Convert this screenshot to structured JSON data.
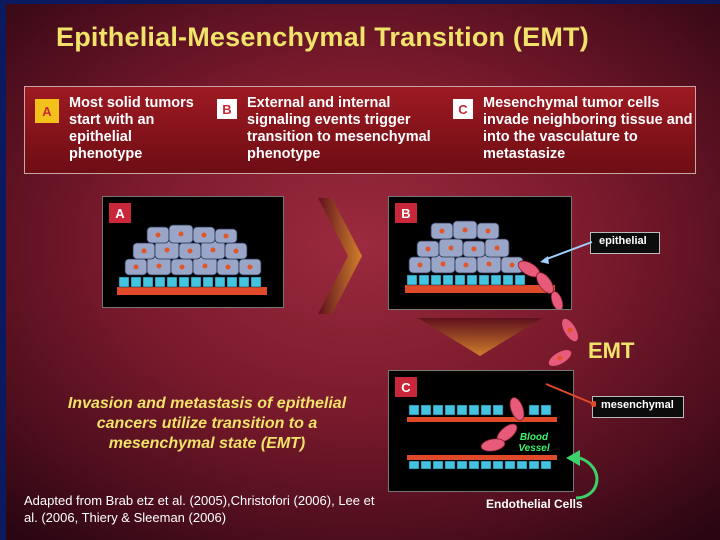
{
  "title": "Epithelial-Mesenchymal Transition (EMT)",
  "stages": [
    {
      "letter": "A",
      "text": "Most solid tumors start with an epithelial phenotype"
    },
    {
      "letter": "B",
      "text": "External and internal signaling events trigger transition to mesenchymal phenotype"
    },
    {
      "letter": "C",
      "text": "Mesenchymal tumor cells invade neighboring tissue and into the vasculature to metastasize"
    }
  ],
  "panels": [
    {
      "label": "A"
    },
    {
      "label": "B"
    },
    {
      "label": "C"
    }
  ],
  "callouts": {
    "epithelial": "epithelial",
    "mesenchymal": "mesenchymal",
    "emt": "EMT",
    "blood_vessel": "Blood Vessel",
    "endothelial": "Endothelial Cells"
  },
  "caption": "Invasion and metastasis of epithelial cancers utilize transition to a mesenchymal state (EMT)",
  "credit": "Adapted from Brab etz et al. (2005),Christofori (2006), Lee et al. (2006, Thiery & Sleeman (2006)",
  "colors": {
    "title": "#f0e36a",
    "stage_bar": "#8a1520",
    "badge_a": "#f3c21a",
    "badge_b_c": "#c9273a",
    "cell_tumor": "#9aa6c8",
    "cell_basal": "#44c4e0",
    "membrane": "#e04a2a",
    "mesenchymal_cell": "#e85a7a"
  }
}
